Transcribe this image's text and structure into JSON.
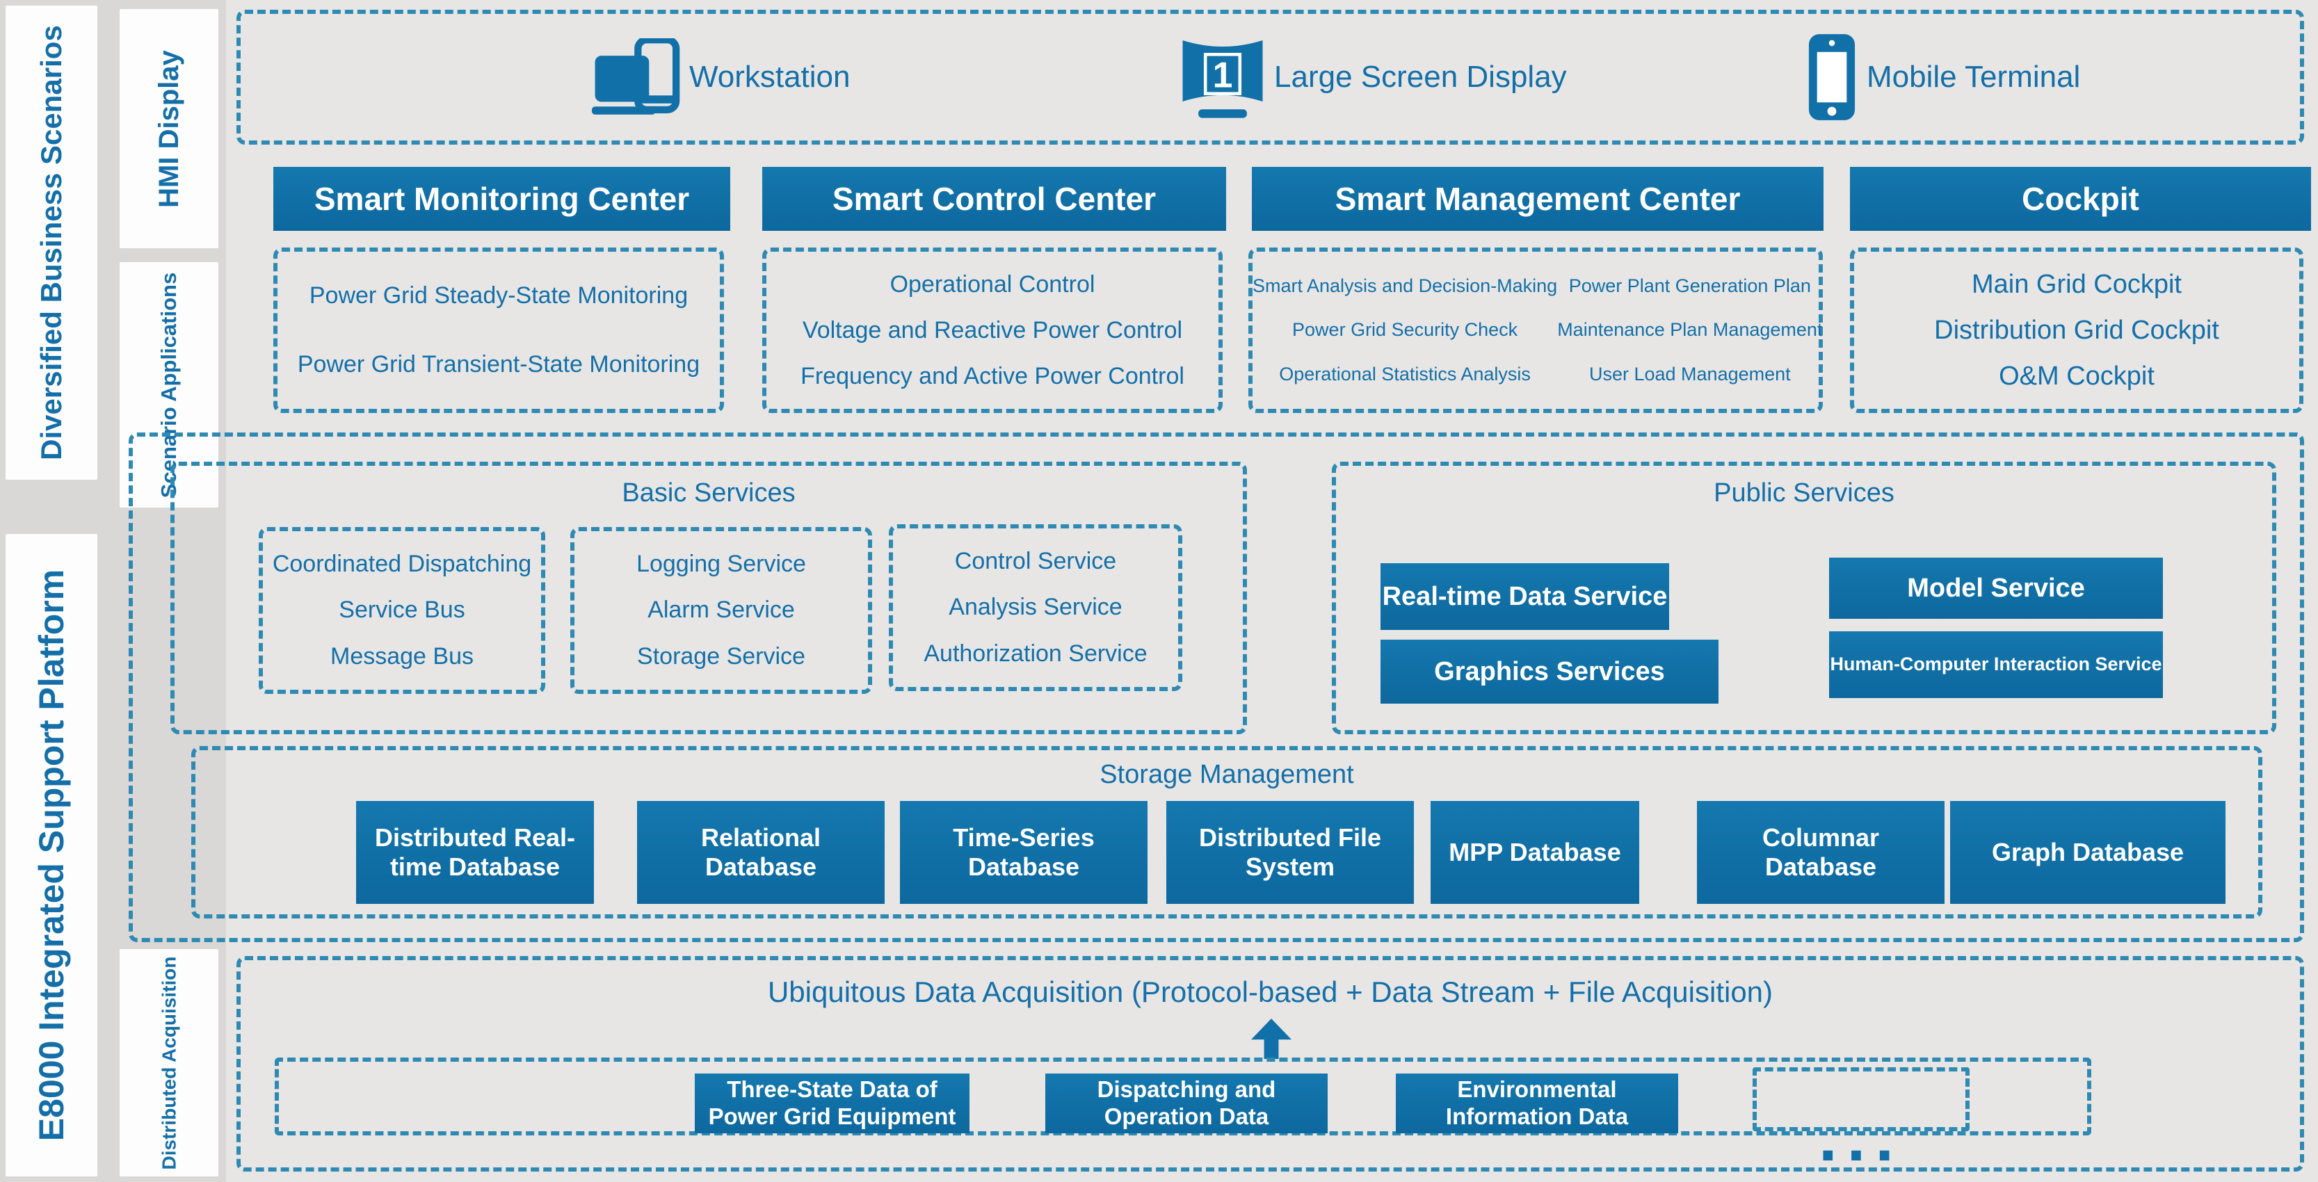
{
  "colors": {
    "accent": "#1170a8",
    "dash_border": "#2e8ab2",
    "text_blue": "#146fa8",
    "panel_bg": "#e7e6e5"
  },
  "rails": {
    "business": "Diversified Business Scenarios",
    "platform": "E8000 Integrated Support Platform",
    "hmi": "HMI Display",
    "scenario": "Scenario Applications",
    "acquisition": "Distributed Acquisition"
  },
  "hmi": {
    "terminals": [
      {
        "icon": "workstation-icon",
        "label": "Workstation"
      },
      {
        "icon": "large-screen-display-icon",
        "label": "Large Screen Display",
        "badge": "1"
      },
      {
        "icon": "mobile-terminal-icon",
        "label": "Mobile Terminal"
      }
    ]
  },
  "scenarios": {
    "columns": [
      {
        "title": "Smart Monitoring Center",
        "items": [
          "Power Grid Steady-State Monitoring",
          "Power Grid Transient-State Monitoring"
        ]
      },
      {
        "title": "Smart Control Center",
        "items": [
          "Operational Control",
          "Voltage and Reactive Power Control",
          "Frequency and Active Power Control"
        ]
      },
      {
        "title": "Smart Management Center",
        "left_items": [
          "Smart Analysis and Decision-Making",
          "Power Grid Security Check",
          "Operational Statistics Analysis"
        ],
        "right_items": [
          "Power Plant Generation Plan",
          "Maintenance Plan Management",
          "User Load Management"
        ]
      },
      {
        "title": "Cockpit",
        "items": [
          "Main Grid Cockpit",
          "Distribution Grid Cockpit",
          "O&M Cockpit"
        ]
      }
    ]
  },
  "platform": {
    "basic": {
      "title": "Basic Services",
      "groups": [
        [
          "Coordinated Dispatching",
          "Service Bus",
          "Message Bus"
        ],
        [
          "Logging Service",
          "Alarm Service",
          "Storage Service"
        ],
        [
          "Control Service",
          "Analysis Service",
          "Authorization Service"
        ]
      ]
    },
    "public": {
      "title": "Public Services",
      "buttons": [
        "Real-time Data Service",
        "Model Service",
        "Graphics Services",
        "Human-Computer Interaction Service"
      ]
    },
    "storage": {
      "title": "Storage Management",
      "buttons": [
        "Distributed Real-time Database",
        "Relational Database",
        "Time-Series Database",
        "Distributed File System",
        "MPP Database",
        "Columnar Database",
        "Graph Database"
      ]
    }
  },
  "acquisition": {
    "title": "Ubiquitous Data Acquisition (Protocol-based + Data Stream + File Acquisition)",
    "buttons": [
      "Three-State Data of Power Grid Equipment",
      "Dispatching and Operation Data",
      "Environmental Information Data"
    ],
    "more": "..."
  }
}
